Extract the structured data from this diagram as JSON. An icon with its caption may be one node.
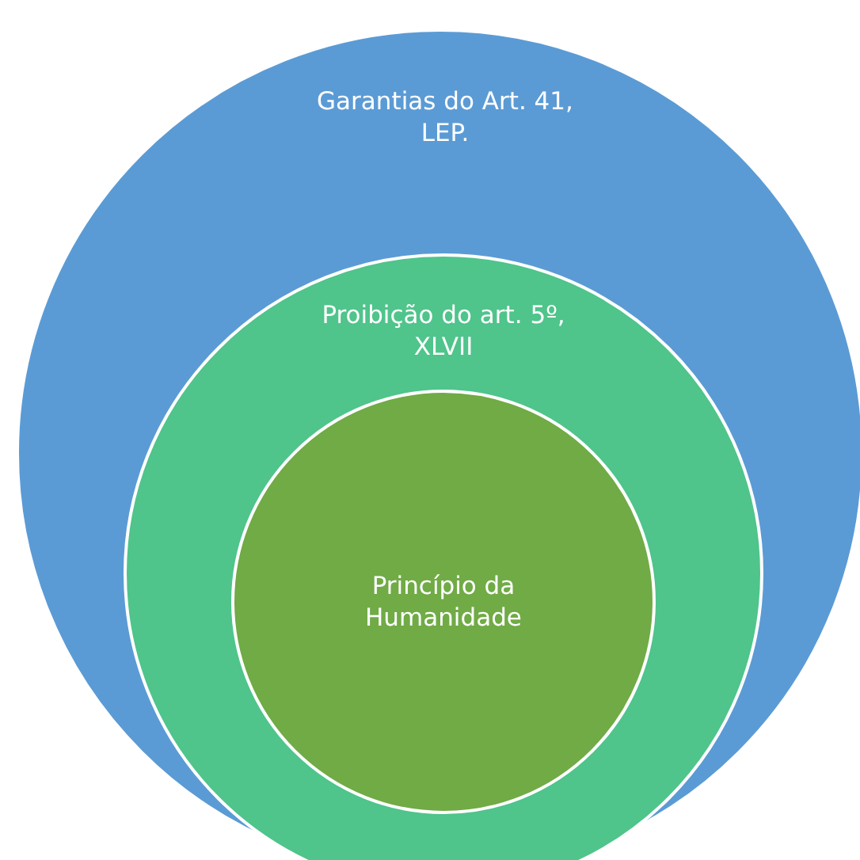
{
  "diagram": {
    "nodes": [
      {
        "text": [
          "Garantias do Art. 41, LEP."
        ]
      },
      {
        "text": [
          "Proibição do art. 5º, XLVII"
        ],
        "in": 0
      },
      {
        "text": [
          "Princípio da Humanidade"
        ],
        "in": 1
      }
    ]
  }
}
